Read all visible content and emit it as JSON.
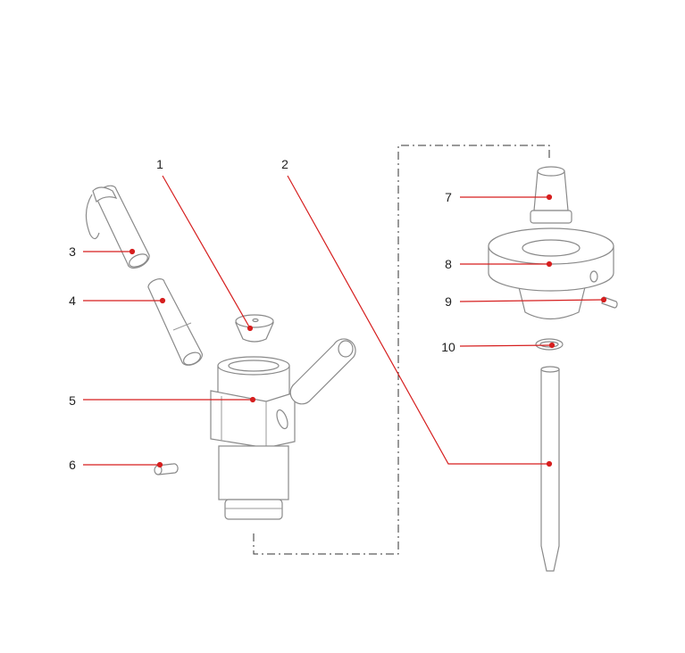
{
  "diagram": {
    "title": "Exploded parts view",
    "accent_color": "#d61f1f",
    "callouts": [
      {
        "number": "1"
      },
      {
        "number": "2"
      },
      {
        "number": "3"
      },
      {
        "number": "4"
      },
      {
        "number": "5"
      },
      {
        "number": "6"
      },
      {
        "number": "7"
      },
      {
        "number": "8"
      },
      {
        "number": "9"
      },
      {
        "number": "10"
      }
    ]
  }
}
